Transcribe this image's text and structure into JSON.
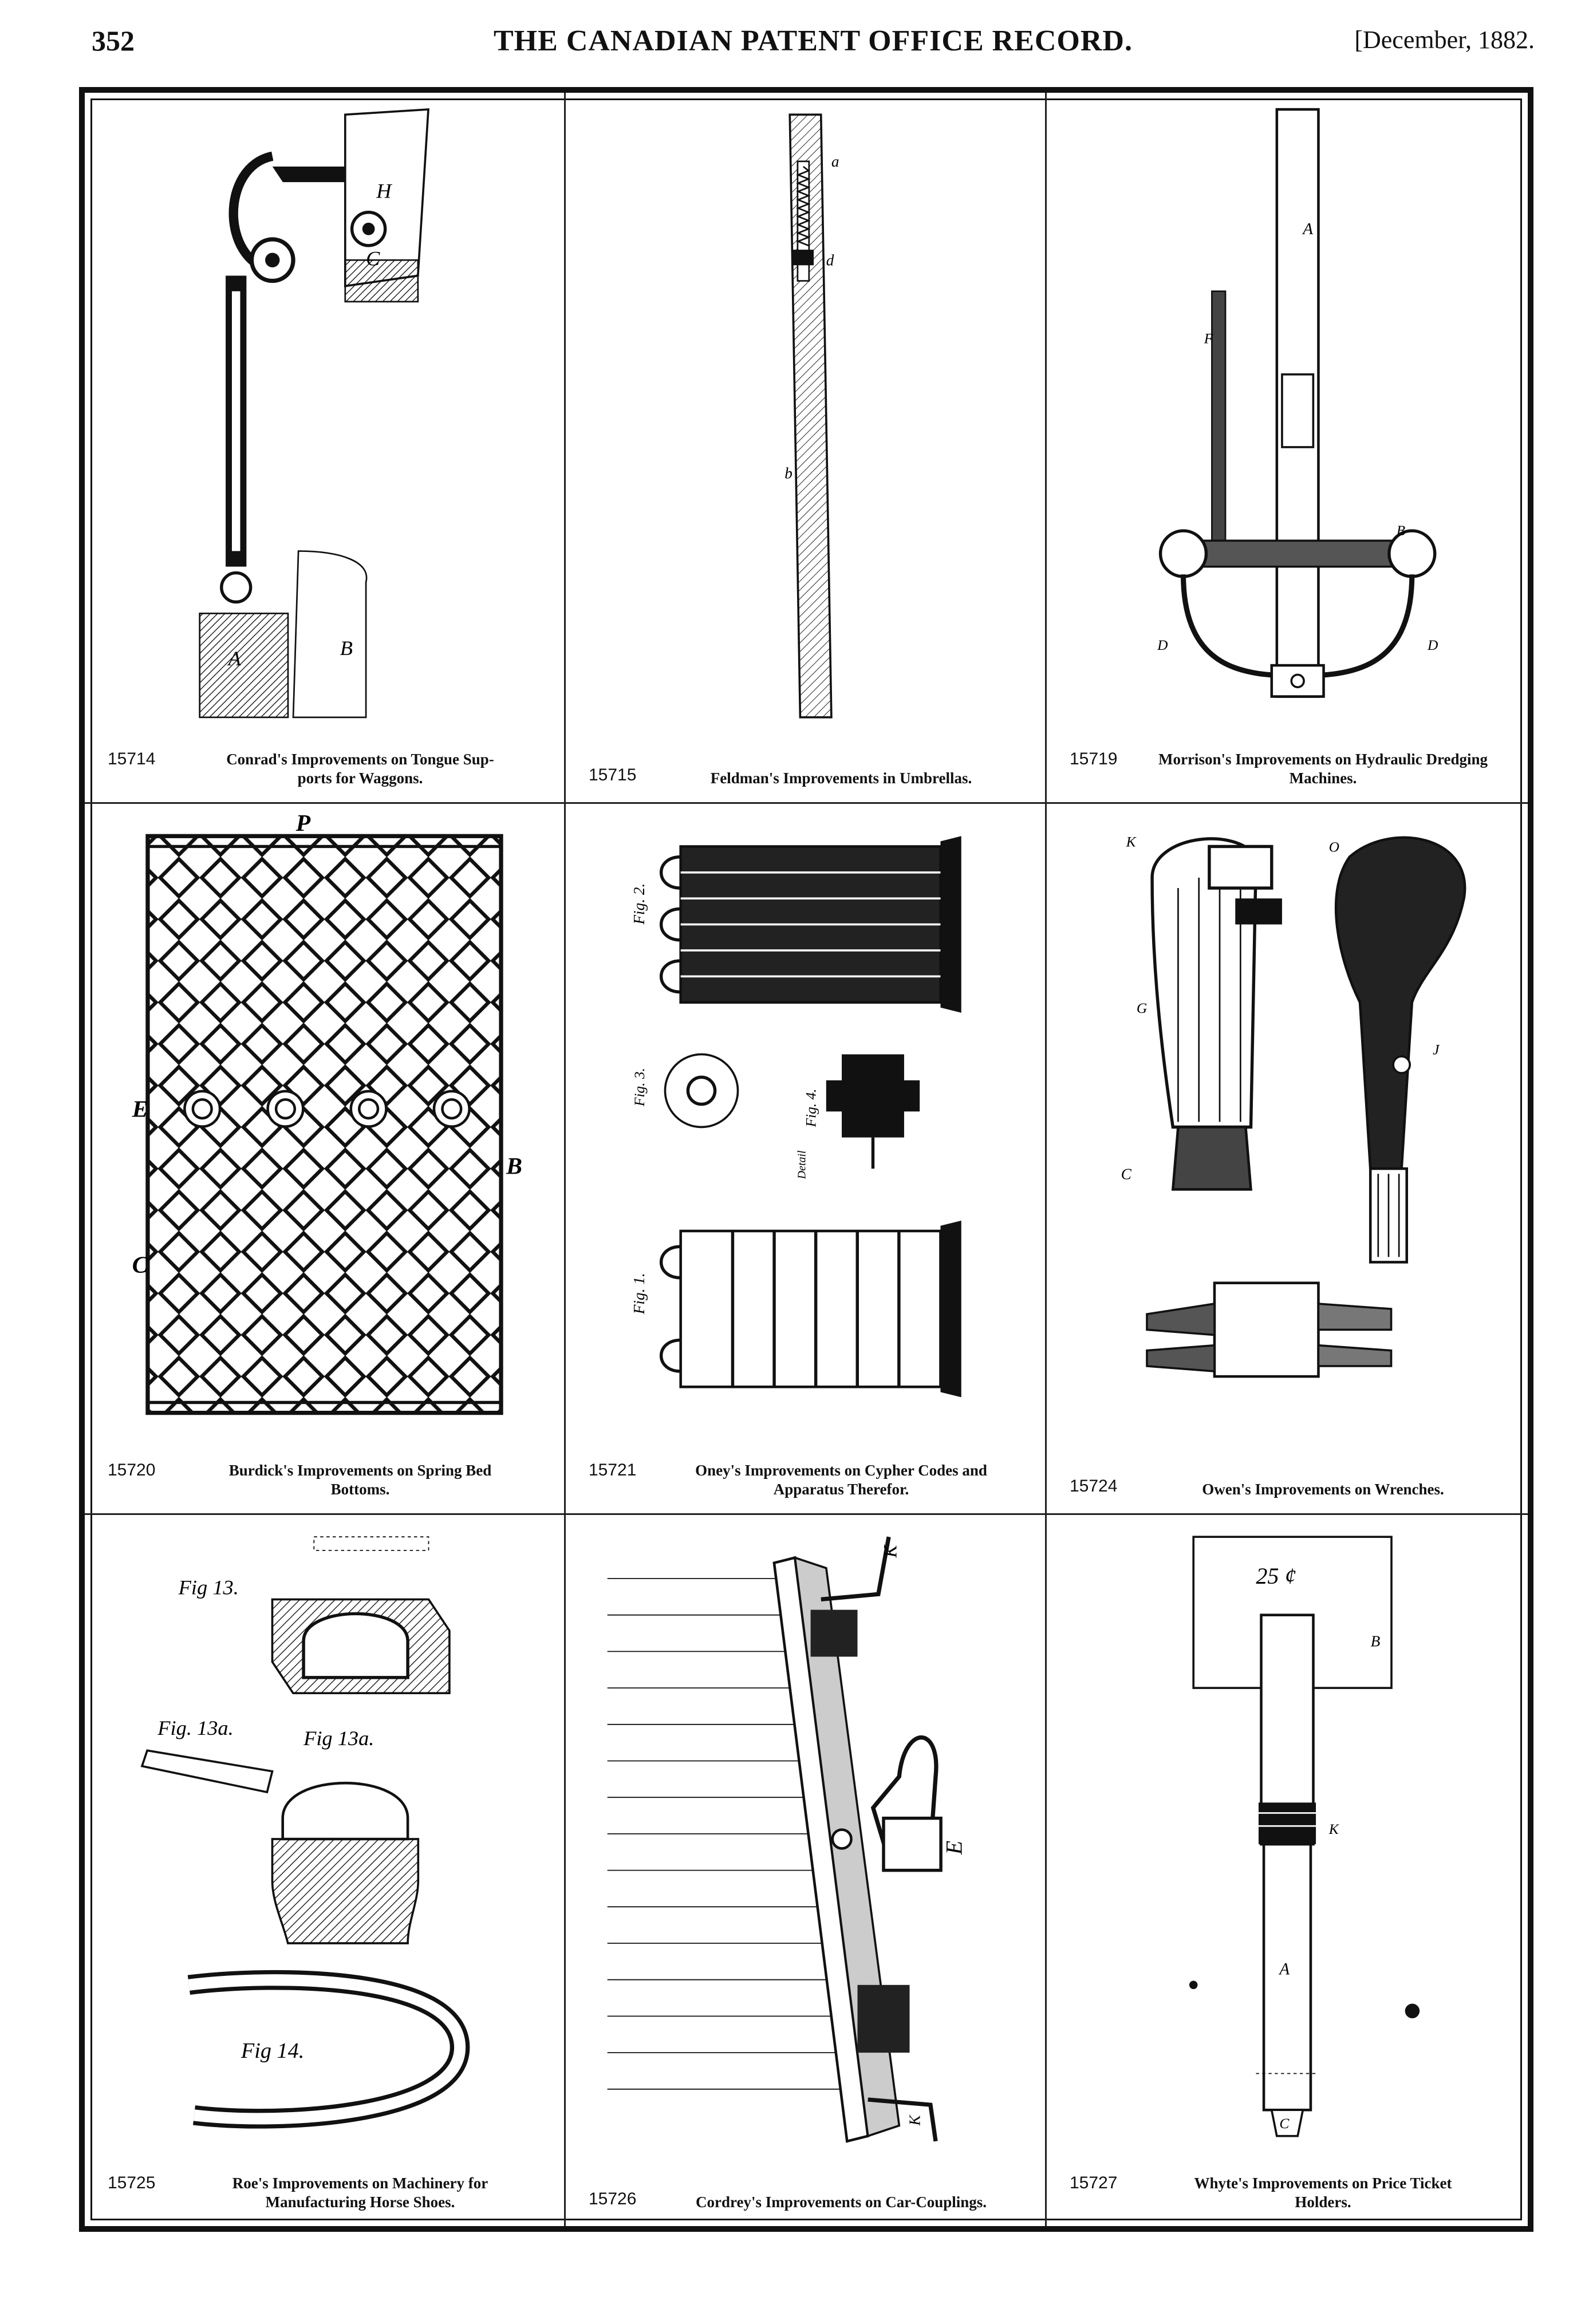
{
  "header": {
    "page_number": "352",
    "journal_title": "THE CANADIAN PATENT OFFICE RECORD.",
    "issue": "[December, 1882."
  },
  "patents": [
    {
      "number": "15714",
      "title": "Conrad's Improvements on Tongue Supports for Waggons.",
      "title_line1": "Conrad's Improvements on Tongue Sup-",
      "title_line2": "ports for Waggons."
    },
    {
      "number": "15715",
      "title": "Feldman's Improvements in Umbrellas.",
      "title_line1": "Feldman's Improvements in Umbrellas.",
      "title_line2": ""
    },
    {
      "number": "15719",
      "title": "Morrison's Improvements on Hydraulic Dredging Machines.",
      "title_line1": "Morrison's Improvements on Hydraulic Dredging",
      "title_line2": "Machines."
    },
    {
      "number": "15720",
      "title": "Burdick's Improvements on Spring Bed Bottoms.",
      "title_line1": "Burdick's Improvements on Spring Bed",
      "title_line2": "Bottoms."
    },
    {
      "number": "15721",
      "title": "Oney's Improvements on Cypher Codes and Apparatus Therefor.",
      "title_line1": "Oney's Improvements on Cypher Codes and",
      "title_line2": "Apparatus Therefor."
    },
    {
      "number": "15724",
      "title": "Owen's Improvements on Wrenches.",
      "title_line1": "Owen's Improvements on Wrenches.",
      "title_line2": ""
    },
    {
      "number": "15725",
      "title": "Roe's Improvements on Machinery for Manufacturing Horse Shoes.",
      "title_line1": "Roe's Improvements on Machinery for",
      "title_line2": "Manufacturing Horse Shoes."
    },
    {
      "number": "15726",
      "title": "Cordrey's Improvements on Car-Couplings.",
      "title_line1": "Cordrey's Improvements on Car-Couplings.",
      "title_line2": ""
    },
    {
      "number": "15727",
      "title": "Whyte's Improvements on Price Ticket Holders.",
      "title_line1": "Whyte's Improvements on Price Ticket",
      "title_line2": "Holders."
    }
  ],
  "figure_labels": {
    "oney_fig1": "Fig. 1.",
    "oney_fig2": "Fig. 2.",
    "oney_fig3": "Fig. 3.",
    "oney_fig4": "Fig. 4.",
    "oney_detail": "Detail",
    "roe_fig13": "Fig 13.",
    "roe_fig13a_left": "Fig. 13a.",
    "roe_fig13a_right": "Fig 13a.",
    "roe_fig14": "Fig 14.",
    "whyte_price": "25 ¢"
  },
  "colors": {
    "ink": "#111111",
    "paper": "#ffffff"
  }
}
